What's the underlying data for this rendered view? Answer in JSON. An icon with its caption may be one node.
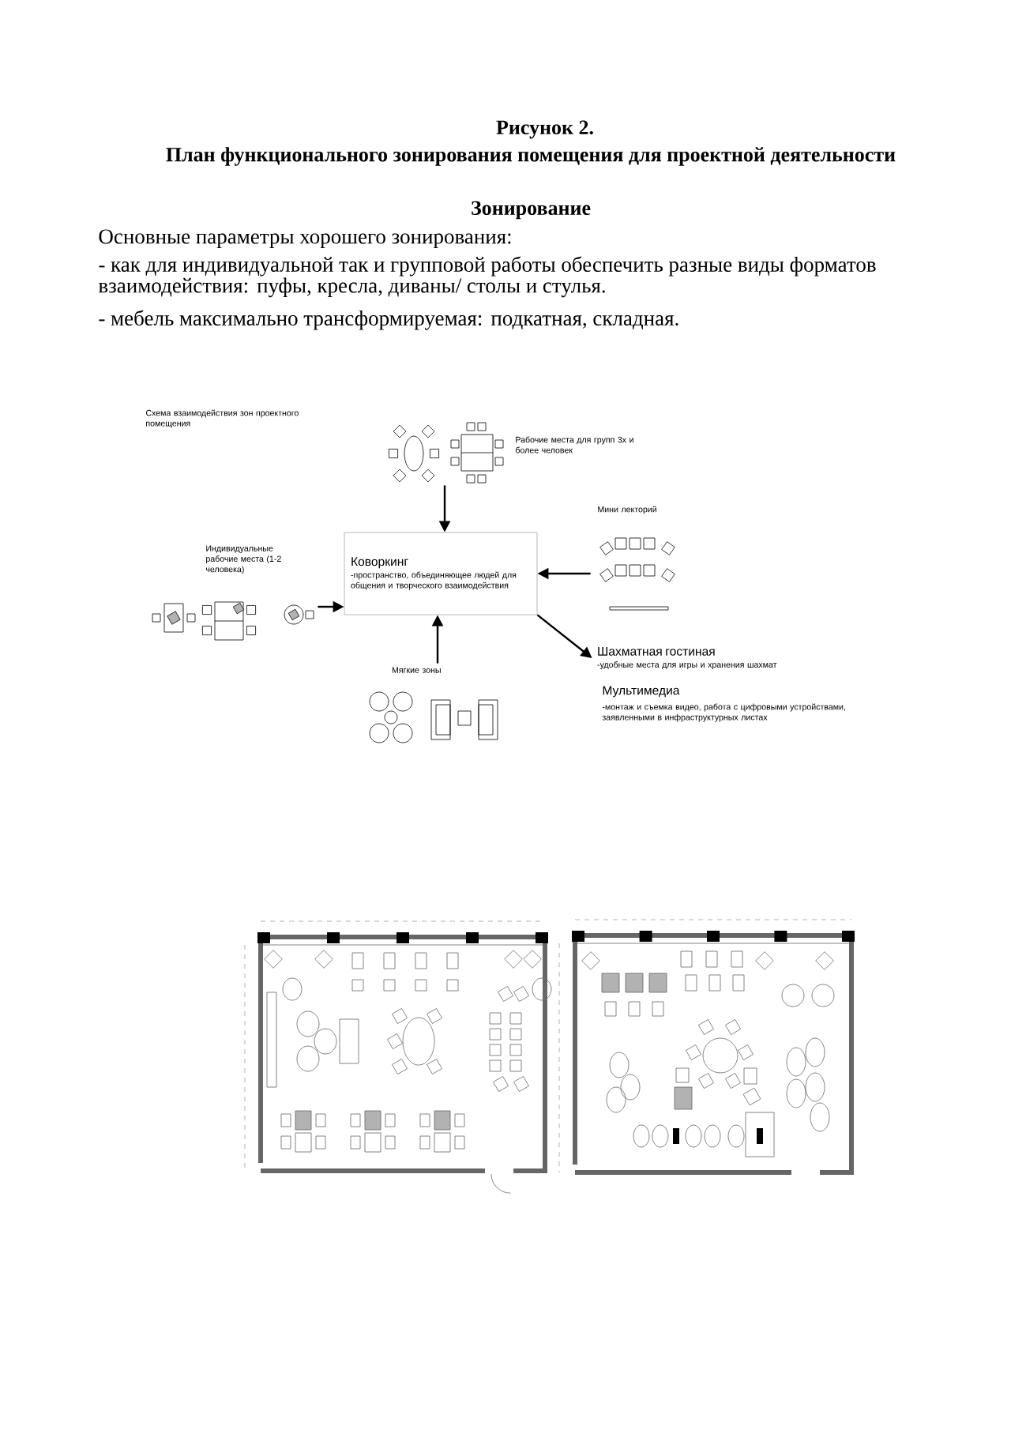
{
  "diagram": {
    "title": "План функционального зонирования помещения для проектной деятельности",
    "nodes": [
      {
        "text": [
          "Коворкинг",
          "-пространство, объединяющее людей для общения и творческого взаимодействия"
        ]
      },
      {
        "text": [],
        "shape": "picture",
        "beside": [
          "Рабочие места для групп 3х и более человек"
        ]
      },
      {
        "text": [],
        "shape": "picture",
        "beside": [
          "Индивидуальные рабочие места (1-2 человека)"
        ]
      },
      {
        "text": [],
        "shape": "picture",
        "beside": [
          "Мини лекторий"
        ]
      },
      {
        "text": [],
        "shape": "picture",
        "beside": [
          "Мягкие зоны"
        ]
      },
      {
        "text": [
          "Шахматная гостиная",
          "-удобные места для игры и хранения шахмат"
        ]
      }
    ],
    "edges": [
      {
        "from": 1,
        "to": 0,
        "arrow": "to"
      },
      {
        "from": 2,
        "to": 0,
        "arrow": "to"
      },
      {
        "from": 3,
        "to": 0,
        "arrow": "to"
      },
      {
        "from": 4,
        "to": 0,
        "arrow": "to"
      },
      {
        "from": 0,
        "to": 5,
        "arrow": "to"
      }
    ],
    "labels": [
      "Рисунок 2.",
      "Зонирование",
      "Основные параметры хорошего зонирования:",
      "- как для индивидуальной так и групповой работы обеспечить разные виды форматов взаимодействия: пуфы, кресла, диваны/ столы и стулья.",
      "- мебель максимально трансформируемая: подкатная, складная.",
      "Схема взаимодействия зон проектного помещения",
      "Мультимедиа",
      "-монтаж и съемка видео, работа с цифровыми устройствами, заявленными в инфраструктурных листах"
    ]
  }
}
